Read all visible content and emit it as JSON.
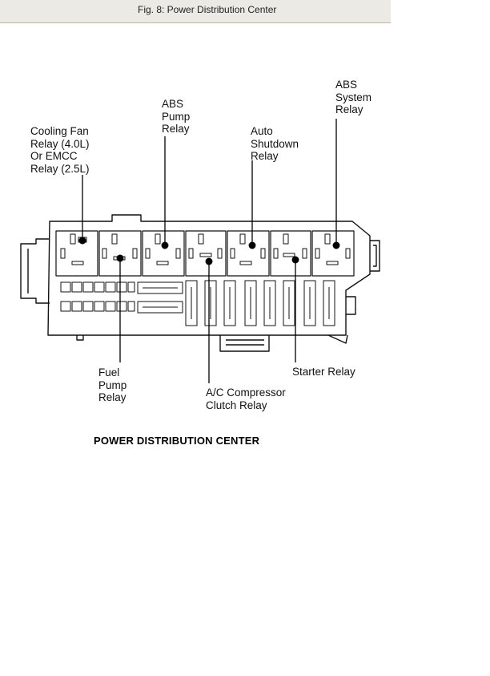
{
  "caption": "Fig. 8: Power Distribution Center",
  "diagram_title": "POWER DISTRIBUTION CENTER",
  "labels": {
    "cooling_fan_relay": "Cooling Fan\nRelay (4.0L)\nOr EMCC\nRelay (2.5L)",
    "abs_pump_relay": "ABS\nPump\nRelay",
    "auto_shutdown_relay": "Auto\nShutdown\nRelay",
    "abs_system_relay": "ABS\nSystem\nRelay",
    "fuel_pump_relay": "Fuel\nPump\nRelay",
    "ac_compressor_clutch_relay": "A/C Compressor\nClutch Relay",
    "starter_relay": "Starter Relay"
  }
}
